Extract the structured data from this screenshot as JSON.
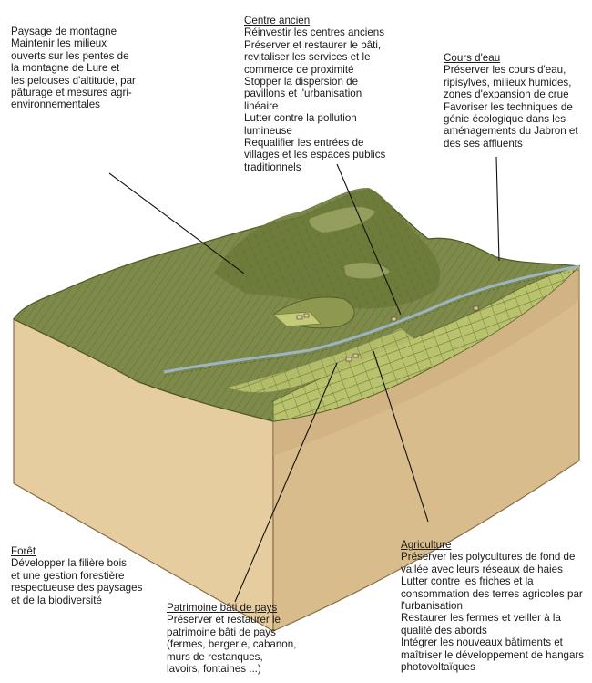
{
  "colors": {
    "earth_front": "#e6cda0",
    "earth_side": "#d6b888",
    "earth_edge": "#8a6e46",
    "terrain_dark": "#5f6b36",
    "terrain": "#7e8a4a",
    "terrain_light": "#9aa560",
    "valley_field": "#b9c26c",
    "river": "#9db4c4",
    "leader_line": "#111111"
  },
  "annotations": {
    "montagne": {
      "title": "Paysage de montagne",
      "lines": [
        "Maintenir les milieux",
        "ouverts sur les pentes de",
        "la montagne de Lure et",
        "les pelouses d'altitude, par",
        "pâturage et mesures agri-",
        "environnementales"
      ]
    },
    "centre": {
      "title": "Centre ancien",
      "lines": [
        "Réinvestir les centres anciens",
        "Préserver et restaurer le bâti,",
        "revitaliser les services et le",
        "commerce de proximité",
        "Stopper la dispersion de",
        "pavillons et l'urbanisation",
        "linéaire",
        "Lutter contre la pollution",
        "lumineuse",
        "Requalifier les entrées de",
        "villages et les espaces publics",
        "traditionnels"
      ]
    },
    "eau": {
      "title": "Cours d'eau",
      "lines": [
        "Préserver les cours d'eau,",
        "ripisylves, milieux humides,",
        "zones  d'expansion de crue",
        "Favoriser les techniques de",
        "génie écologique dans les",
        "aménagements du Jabron et",
        "des ses affluents"
      ]
    },
    "foret": {
      "title": "Forêt",
      "lines": [
        "Développer la filière bois",
        "et une gestion forestière",
        "respectueuse des paysages",
        "et de la biodiversité"
      ]
    },
    "patrimoine": {
      "title": "Patrimoine bâti de pays",
      "lines": [
        "Préserver et restaurer le",
        "patrimoine bâti de pays",
        "(fermes, bergerie, cabanon,",
        "murs de restanques,",
        "lavoirs, fontaines ...)"
      ]
    },
    "agriculture": {
      "title": "Agriculture",
      "lines": [
        "Préserver les polycultures de fond de",
        "vallée avec leurs réseaux de haies",
        "Lutter contre les friches et la",
        "consommation des terres agricoles par",
        "l'urbanisation",
        "Restaurer les fermes et veiller à la",
        "qualité des abords",
        "Intégrer les nouveaux bâtiments et",
        "maîtriser le développement de hangars",
        "photovoltaïques"
      ]
    }
  }
}
